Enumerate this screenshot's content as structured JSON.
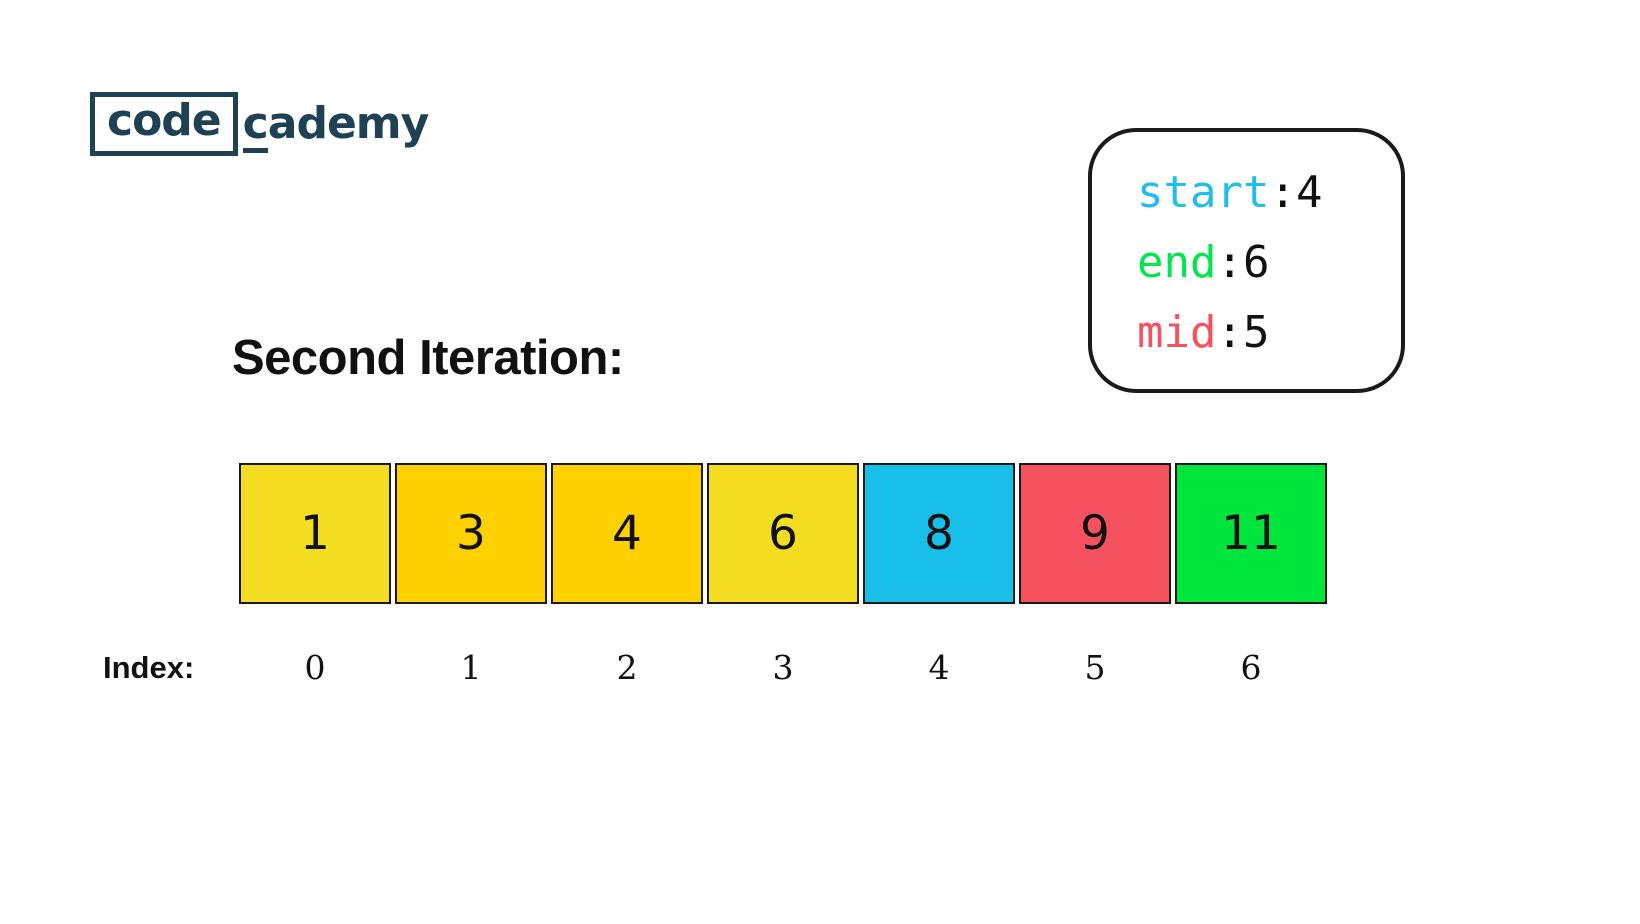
{
  "logo": {
    "boxed": "code",
    "underlined": "c",
    "tail": "ademy",
    "color": "#1E4154"
  },
  "heading": {
    "text": "Second Iteration:"
  },
  "pointer_box": {
    "separator": ":",
    "lines": [
      {
        "name": "start",
        "value": "4",
        "color": "#21BDEC"
      },
      {
        "name": "end",
        "value": "6",
        "color": "#00E64D"
      },
      {
        "name": "mid",
        "value": "5",
        "color": "#F5515F"
      }
    ]
  },
  "array": {
    "cells": [
      {
        "value": "1",
        "bg": "#F5DE21"
      },
      {
        "value": "3",
        "bg": "#FFD100"
      },
      {
        "value": "4",
        "bg": "#FFD100"
      },
      {
        "value": "6",
        "bg": "#F5DE21"
      },
      {
        "value": "8",
        "bg": "#18BFE8"
      },
      {
        "value": "9",
        "bg": "#F5515F"
      },
      {
        "value": "11",
        "bg": "#00E63C"
      }
    ]
  },
  "index_row": {
    "label": "Index:",
    "indices": [
      "0",
      "1",
      "2",
      "3",
      "4",
      "5",
      "6"
    ]
  }
}
